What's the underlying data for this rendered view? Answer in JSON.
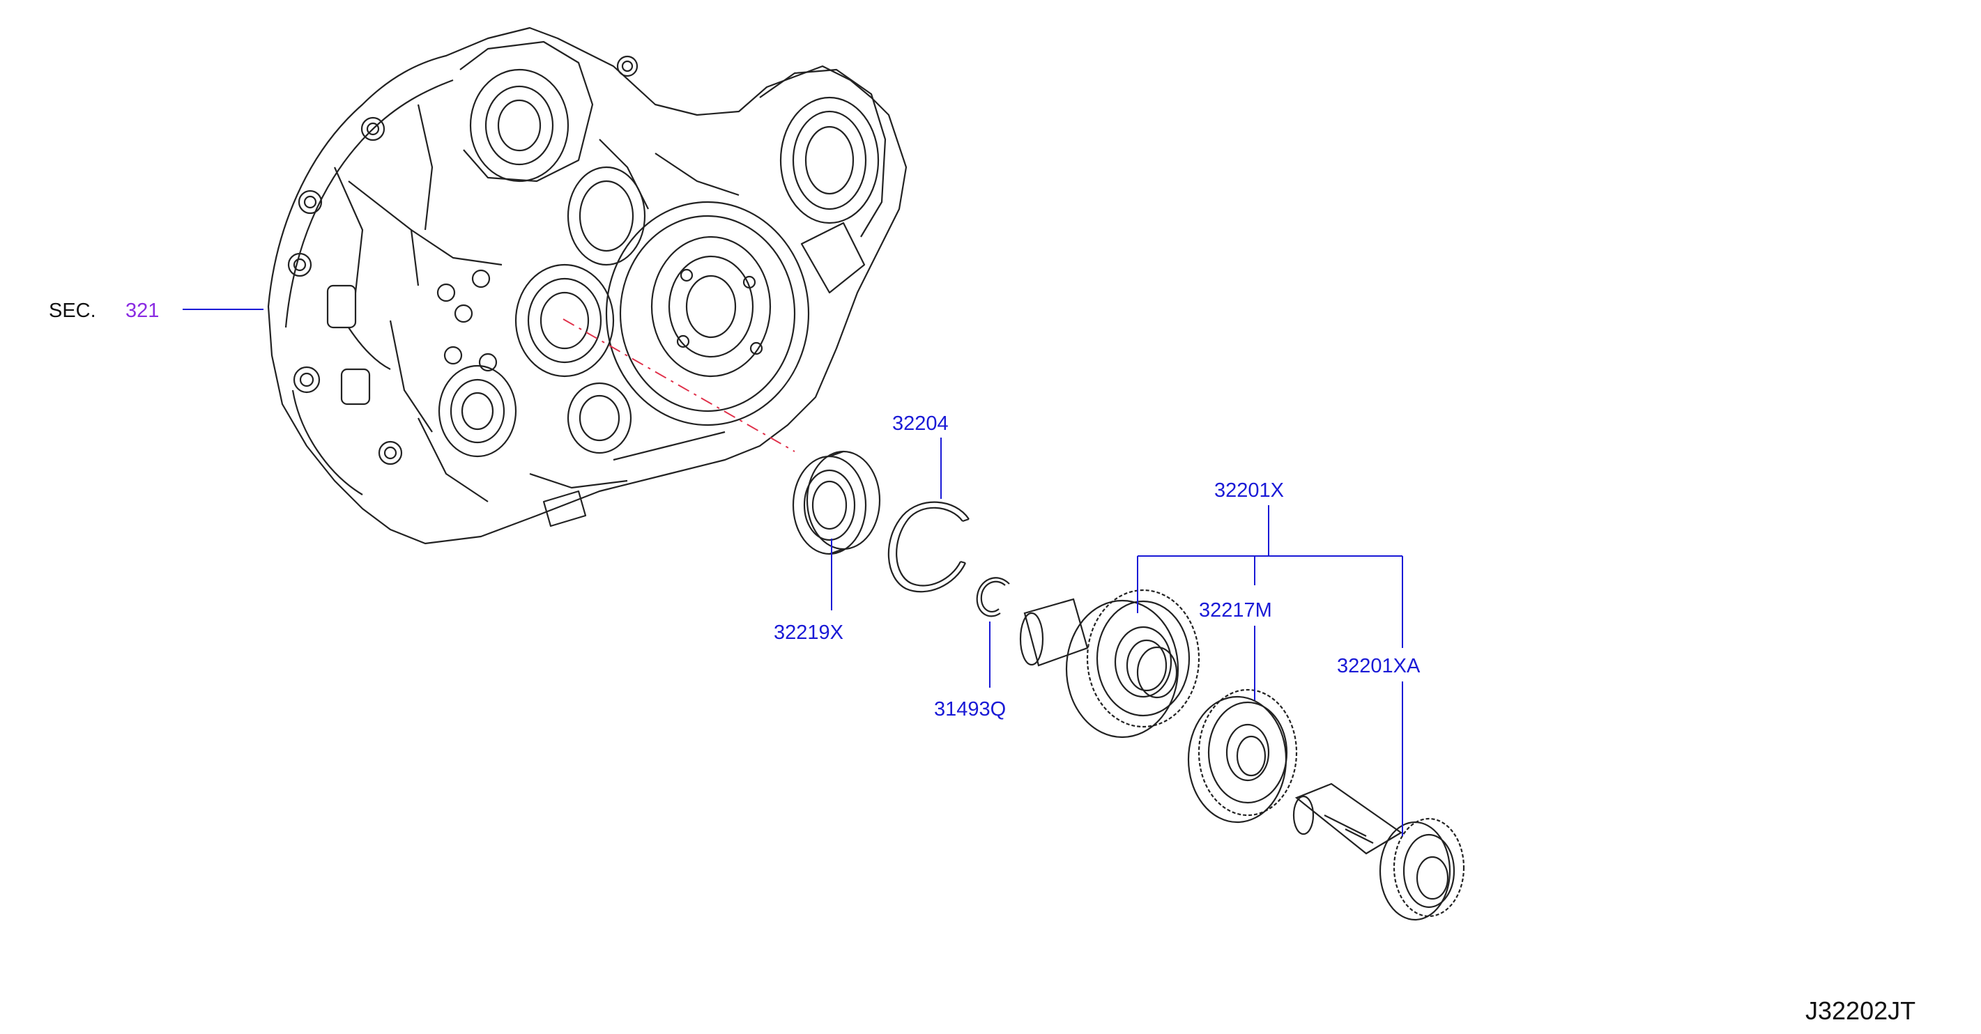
{
  "section_ref": {
    "prefix": "SEC.",
    "number": "321"
  },
  "parts": {
    "bearing": "32219X",
    "snap_ring_large": "32204",
    "snap_ring_small": "31493Q",
    "assembly": "32201X",
    "gear": "32217M",
    "shaft_gear": "32201XA"
  },
  "diagram_id": "J32202JT",
  "colors": {
    "part_label": "#1a1ad6",
    "section_label": "#8a2be2",
    "line": "#1a1ad6",
    "drawing": "#222222",
    "dash": "#e0304a"
  }
}
